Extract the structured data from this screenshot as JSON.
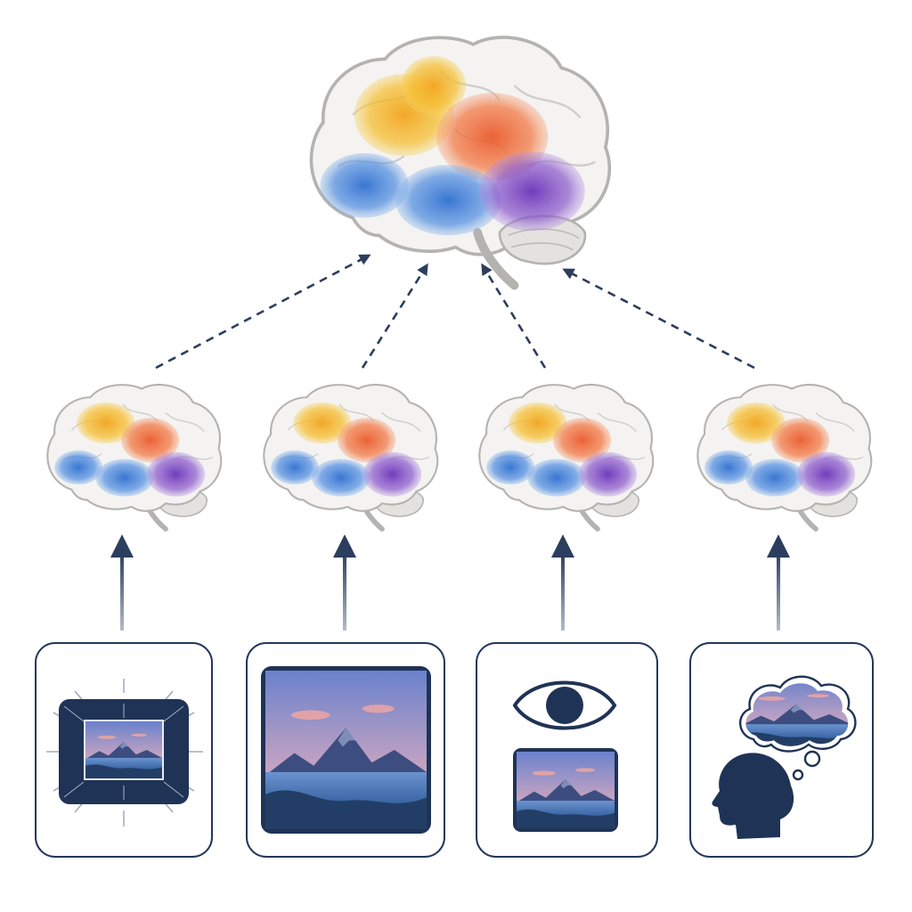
{
  "colors": {
    "background": "#ffffff",
    "brain_fill": "#f4f3f1",
    "brain_outline": "#b5b3b0",
    "gyri": "#cfcdca",
    "region_yellow": "#f2b321",
    "region_orange": "#f06a3a",
    "region_blue": "#3f7fd6",
    "region_purple": "#7e49c4",
    "arrow": "#2c3e5e",
    "card_border": "#23375a",
    "navy": "#1f3356",
    "sky_top": "#6f86cf",
    "sky_bottom": "#f3b38f",
    "mountain": "#3a4a7a",
    "lake": "#4d78b8"
  },
  "central_brain": {
    "name": "integrated-brain-activation",
    "regions": [
      "yellow",
      "orange",
      "blue",
      "blue",
      "purple"
    ]
  },
  "brains": [
    {
      "name": "brain-perception-bright"
    },
    {
      "name": "brain-perception-plain"
    },
    {
      "name": "brain-attended-viewing"
    },
    {
      "name": "brain-mental-imagery"
    }
  ],
  "panels": [
    {
      "name": "flashing-image",
      "icon": "bright-image-icon"
    },
    {
      "name": "landscape-image",
      "icon": "landscape-icon"
    },
    {
      "name": "eye-viewing-image",
      "icon": "eye-icon"
    },
    {
      "name": "imagining-scene",
      "icon": "thinking-head-icon"
    }
  ],
  "arrows": {
    "dashed": [
      "arrow-dashed-1",
      "arrow-dashed-2",
      "arrow-dashed-3",
      "arrow-dashed-4"
    ],
    "solid": [
      "arrow-solid-1",
      "arrow-solid-2",
      "arrow-solid-3",
      "arrow-solid-4"
    ]
  }
}
